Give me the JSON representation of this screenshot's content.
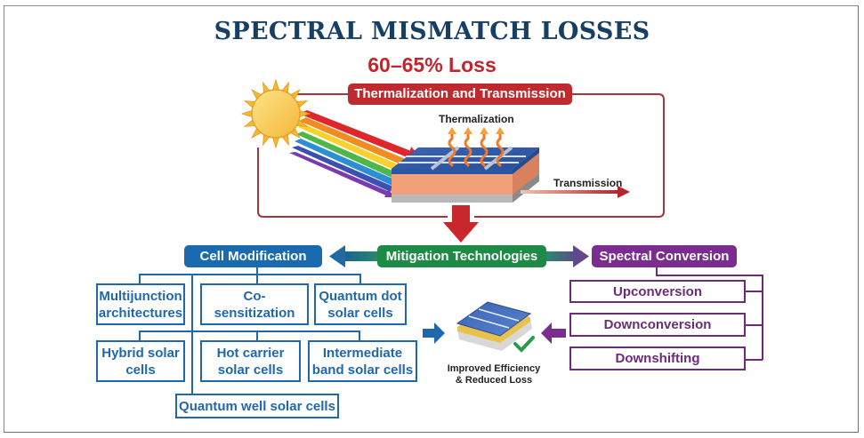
{
  "title": "SPECTRAL MISMATCH LOSSES",
  "subtitle": "60–65% Loss",
  "loss_section": {
    "label": "Thermalization and Transmission",
    "thermalization_label": "Thermalization",
    "transmission_label": "Transmission",
    "icons": [
      "sun-icon",
      "rainbow-light-icon",
      "solar-panel-icon",
      "heat-wave-icon",
      "transmission-arrow-icon"
    ]
  },
  "mitigation": {
    "label": "Mitigation Technologies",
    "colors": {
      "loss": "#bf2a2e",
      "cell_modification": "#1a6ab0",
      "mitigation": "#1d8a45",
      "spectral_conversion": "#7b2d8f",
      "title": "#173f63"
    }
  },
  "cell_modification": {
    "label": "Cell Modification",
    "items": [
      "Multijunction architectures",
      "Co-sensitization",
      "Quantum dot solar cells",
      "Hybrid solar cells",
      "Hot carrier solar cells",
      "Intermediate band solar cells",
      "Quantum well solar cells"
    ],
    "items_display": [
      [
        "Multijunction",
        "architectures"
      ],
      [
        "Co-",
        "sensitization"
      ],
      [
        "Quantum dot",
        "solar cells"
      ],
      [
        "Hybrid solar",
        "cells"
      ],
      [
        "Hot carrier",
        "solar cells"
      ],
      [
        "Intermediate",
        "band solar cells"
      ],
      [
        "Quantum well solar cells"
      ]
    ]
  },
  "spectral_conversion": {
    "label": "Spectral Conversion",
    "items": [
      "Upconversion",
      "Downconversion",
      "Downshifting"
    ]
  },
  "outcome": {
    "line1": "Improved Efficiency",
    "line2": "& Reduced Loss"
  }
}
